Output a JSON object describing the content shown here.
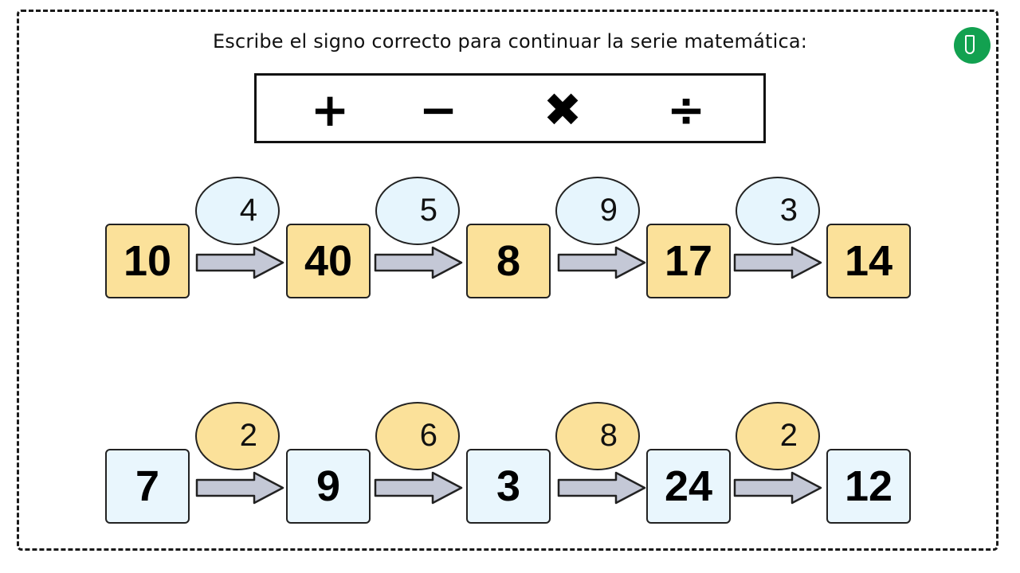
{
  "instruction": "Escribe el signo correcto para continuar la serie matemática:",
  "logo_icon": "pencil-logo-icon",
  "signs": [
    {
      "symbol": "+",
      "icon": "plus-icon"
    },
    {
      "symbol": "−",
      "icon": "minus-icon"
    },
    {
      "symbol": "✖",
      "icon": "multiply-icon"
    },
    {
      "symbol": "÷",
      "icon": "divide-icon"
    }
  ],
  "row1": {
    "numbers": [
      "10",
      "40",
      "8",
      "17",
      "14"
    ],
    "operands": [
      "4",
      "5",
      "9",
      "3"
    ]
  },
  "row2": {
    "numbers": [
      "7",
      "9",
      "3",
      "24",
      "12"
    ],
    "operands": [
      "2",
      "6",
      "8",
      "2"
    ]
  },
  "colors": {
    "number_box_row1": "#fbe19a",
    "bubble_row1": "#e6f5fd",
    "number_box_row2": "#e9f6fd",
    "bubble_row2": "#fbe19a",
    "arrow_fill": "#c4c8d6",
    "logo": "#12a150"
  }
}
